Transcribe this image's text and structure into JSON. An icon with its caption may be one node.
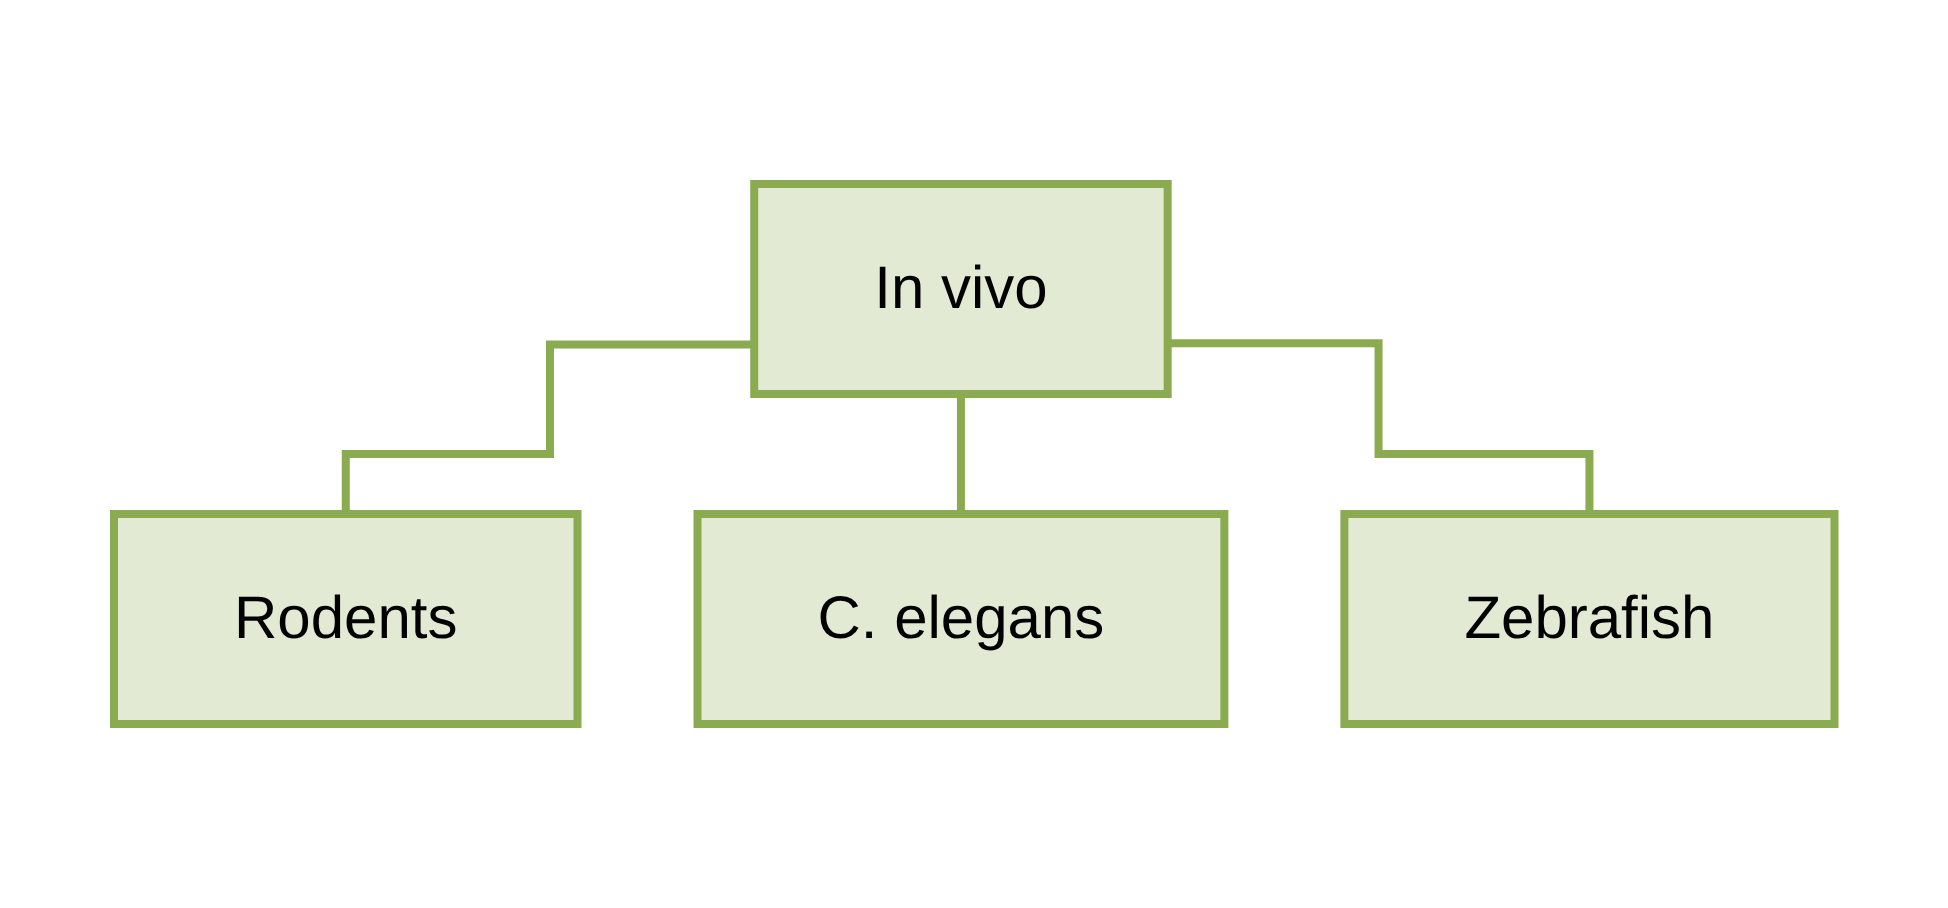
{
  "diagram": {
    "nodes": [
      {
        "text": [
          "In vivo"
        ]
      },
      {
        "text": [
          "Rodents"
        ]
      },
      {
        "text": [
          "C. elegans"
        ]
      },
      {
        "text": [
          "Zebrafish"
        ]
      }
    ],
    "edges": [
      {
        "from": 0,
        "to": 1,
        "arrow": "none"
      },
      {
        "from": 0,
        "to": 2,
        "arrow": "none"
      },
      {
        "from": 0,
        "to": 3,
        "arrow": "none"
      }
    ]
  }
}
